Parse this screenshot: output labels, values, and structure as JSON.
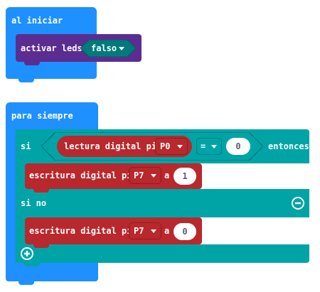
{
  "blocks": {
    "on_start": {
      "label": "al iniciar",
      "set_leds": {
        "label": "activar leds",
        "value": "falso"
      }
    },
    "forever": {
      "label": "para siempre",
      "if_block": {
        "if_label": "si",
        "then_label": "entonces",
        "else_label": "si no",
        "condition": {
          "read_label": "lectura digital pin",
          "pin": "P0",
          "operator": "=",
          "compare_value": "0"
        },
        "then_write": {
          "label": "escritura digital pin",
          "pin": "P7",
          "to_label": "a",
          "value": "1"
        },
        "else_write": {
          "label": "escritura digital pin",
          "pin": "P7",
          "to_label": "a",
          "value": "0"
        }
      }
    }
  },
  "colors": {
    "basic_blue": "#1e90ff",
    "led_purple": "#5c2d91",
    "logic_teal": "#00a4a6",
    "pins_red": "#b8282d"
  }
}
